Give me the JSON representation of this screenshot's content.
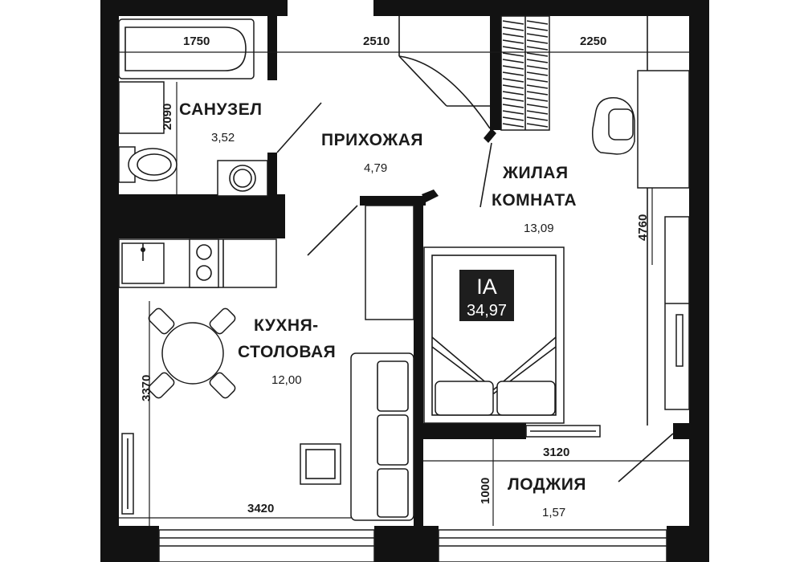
{
  "rooms": {
    "bathroom": {
      "name": "САНУЗЕЛ",
      "area": "3,52"
    },
    "hallway": {
      "name": "ПРИХОЖАЯ",
      "area": "4,79"
    },
    "living": {
      "name_line1": "ЖИЛАЯ",
      "name_line2": "КОМНАТА",
      "area": "13,09"
    },
    "kitchen": {
      "name_line1": "КУХНЯ-",
      "name_line2": "СТОЛОВАЯ",
      "area": "12,00"
    },
    "loggia": {
      "name": "ЛОДЖИЯ",
      "area": "1,57"
    }
  },
  "badge": {
    "type": "IA",
    "area": "34,97"
  },
  "dimensions": {
    "bath_width": "1750",
    "hall_width": "2510",
    "living_width": "2250",
    "bath_height": "2090",
    "living_height": "4760",
    "kitchen_height": "3370",
    "kitchen_width": "3420",
    "loggia_width": "3120",
    "loggia_height": "1000"
  },
  "colors": {
    "wall": "#121212",
    "line": "#1b1b1b",
    "background": "#ffffff",
    "badge": "#1e1e1e"
  }
}
